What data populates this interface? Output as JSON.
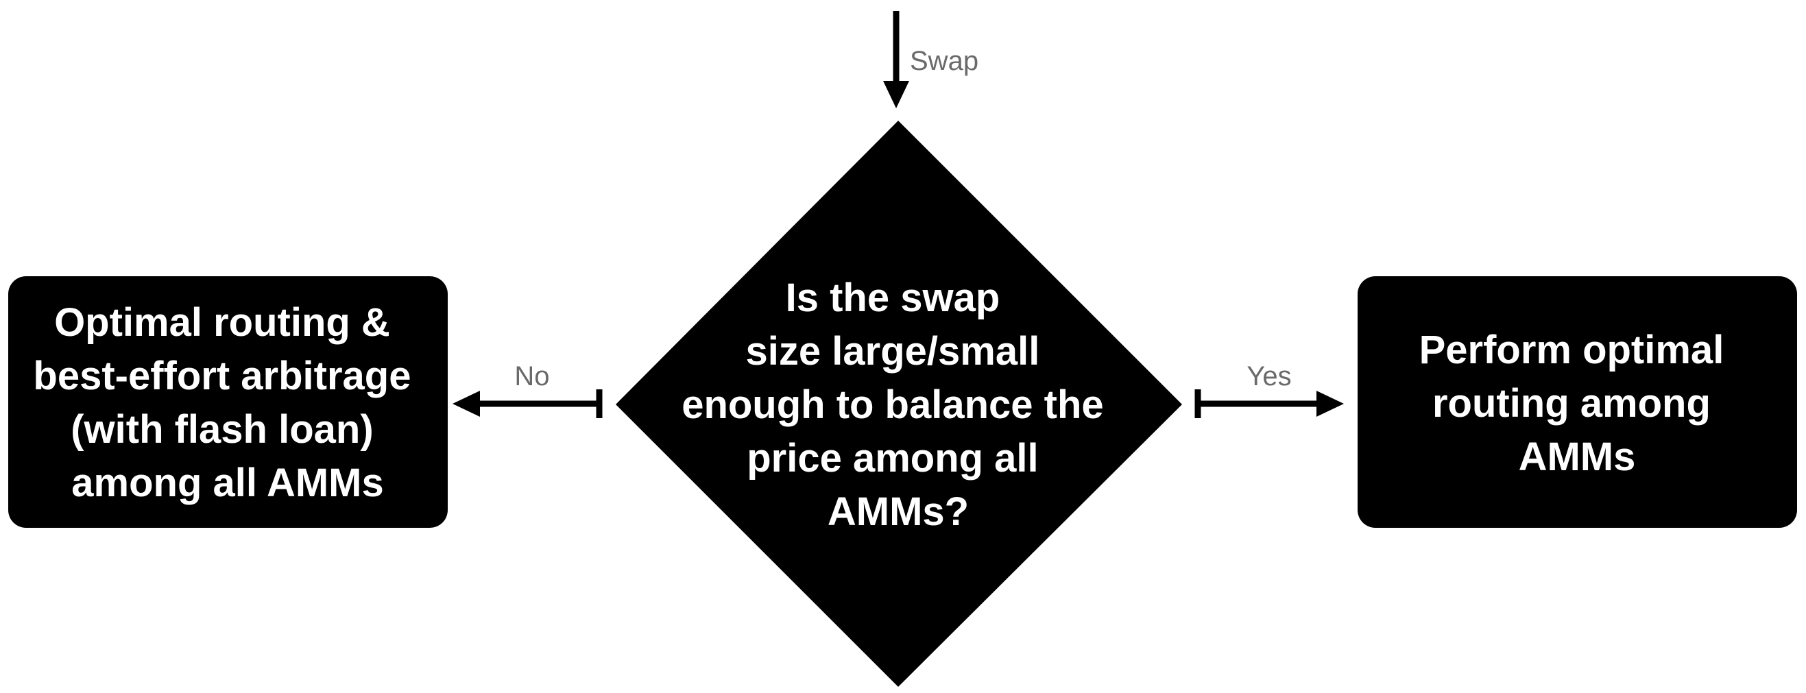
{
  "diagram": {
    "decision": {
      "lines": [
        "Is the swap",
        "size large/small",
        "enough to balance the",
        "price among all",
        "AMMs?"
      ]
    },
    "left_box": {
      "lines": [
        "Optimal routing &",
        "best-effort arbitrage",
        "(with flash loan)",
        "among all AMMs"
      ]
    },
    "right_box": {
      "lines": [
        "Perform optimal",
        "routing among",
        "AMMs"
      ]
    },
    "edges": {
      "input_label": "Swap",
      "no_label": "No",
      "yes_label": "Yes"
    },
    "colors": {
      "node_fill": "#000000",
      "node_text": "#ffffff",
      "edge_label": "#6a6a6a",
      "arrow": "#000000"
    }
  }
}
